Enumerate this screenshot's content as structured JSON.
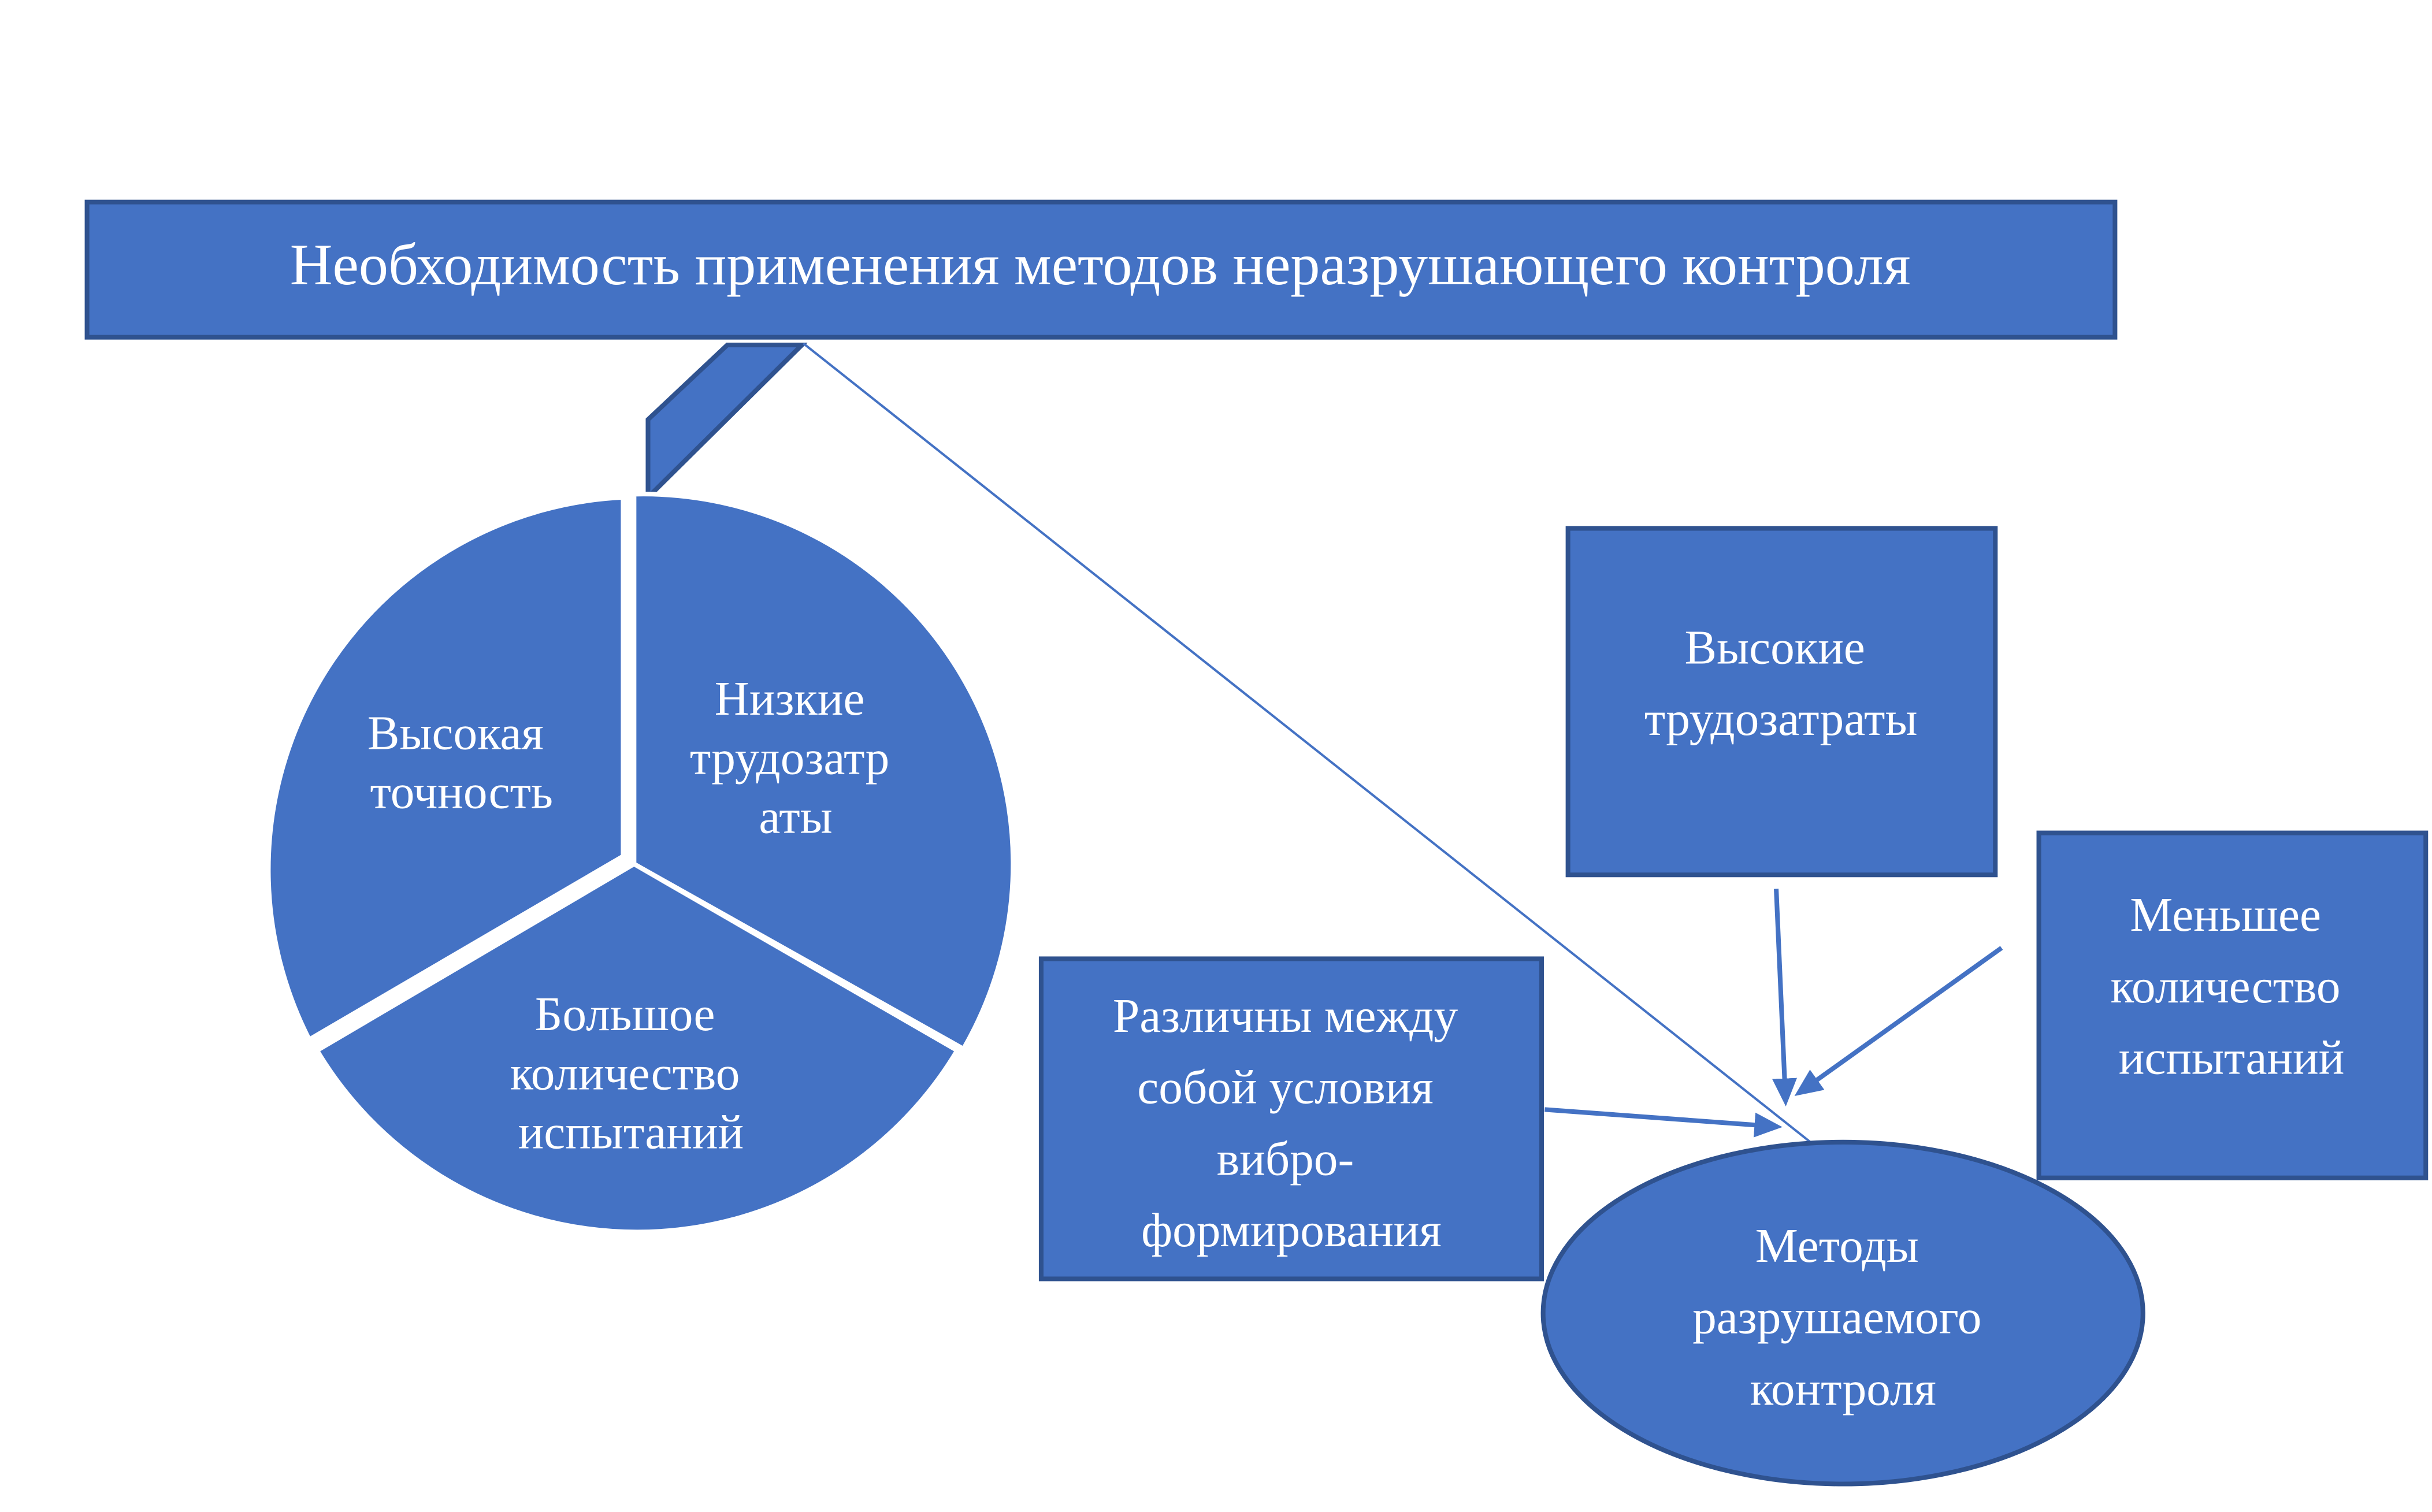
{
  "title": "Необходимость применения методов неразрушающего контроля",
  "pie": {
    "slices": [
      {
        "lines": [
          "Низкие",
          "трудозатр",
          "аты"
        ]
      },
      {
        "lines": [
          "Большое",
          "количество",
          "испытаний"
        ]
      },
      {
        "lines": [
          "Высокая",
          "точность"
        ]
      }
    ]
  },
  "boxes": {
    "high_labor": {
      "lines": [
        "Высокие",
        "трудозатраты"
      ]
    },
    "fewer_tests": {
      "lines": [
        "Меньшее",
        "количество",
        "испытаний"
      ]
    },
    "conditions": {
      "lines": [
        "Различны между",
        "собой условия",
        "вибро-",
        "формирования"
      ]
    }
  },
  "ellipse": {
    "lines": [
      "Методы",
      "разрушаемого",
      "контроля"
    ]
  },
  "colors": {
    "fill": "#4472C4",
    "stroke": "#2F528F"
  }
}
